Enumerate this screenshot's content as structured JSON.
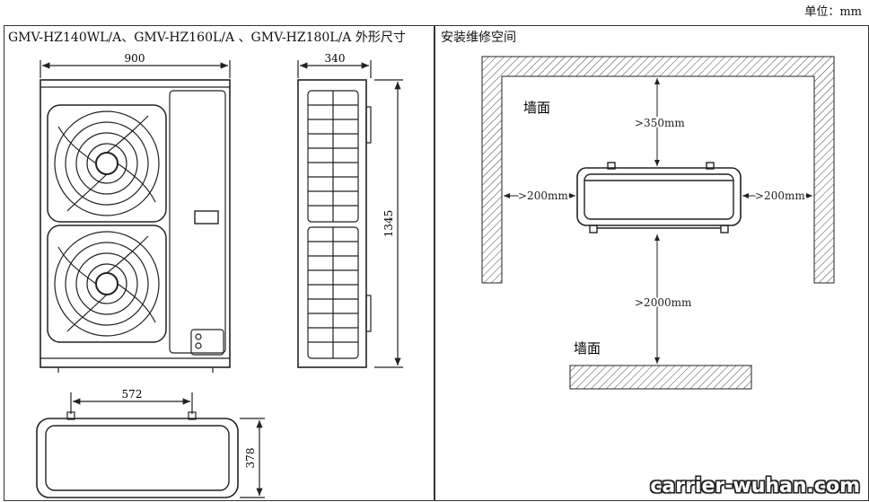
{
  "unit_label": "单位：mm",
  "left_panel": {
    "title": "GMV-HZ140WL/A、GMV-HZ160L/A 、GMV-HZ180L/A 外形尺寸",
    "dims": {
      "front_width": "900",
      "side_depth": "340",
      "height": "1345",
      "foot_spacing": "572",
      "base_depth": "378"
    }
  },
  "right_panel": {
    "title": "安装维修空间",
    "wall_label_top": "墙面",
    "wall_label_bottom": "墙面",
    "clearances": {
      "rear": ">350mm",
      "left": ">200mm",
      "right": ">200mm",
      "front": ">2000mm"
    }
  },
  "watermark": "carrier-wuhan.com",
  "colors": {
    "line": "#222222",
    "hatch": "#444444",
    "background": "#ffffff"
  }
}
